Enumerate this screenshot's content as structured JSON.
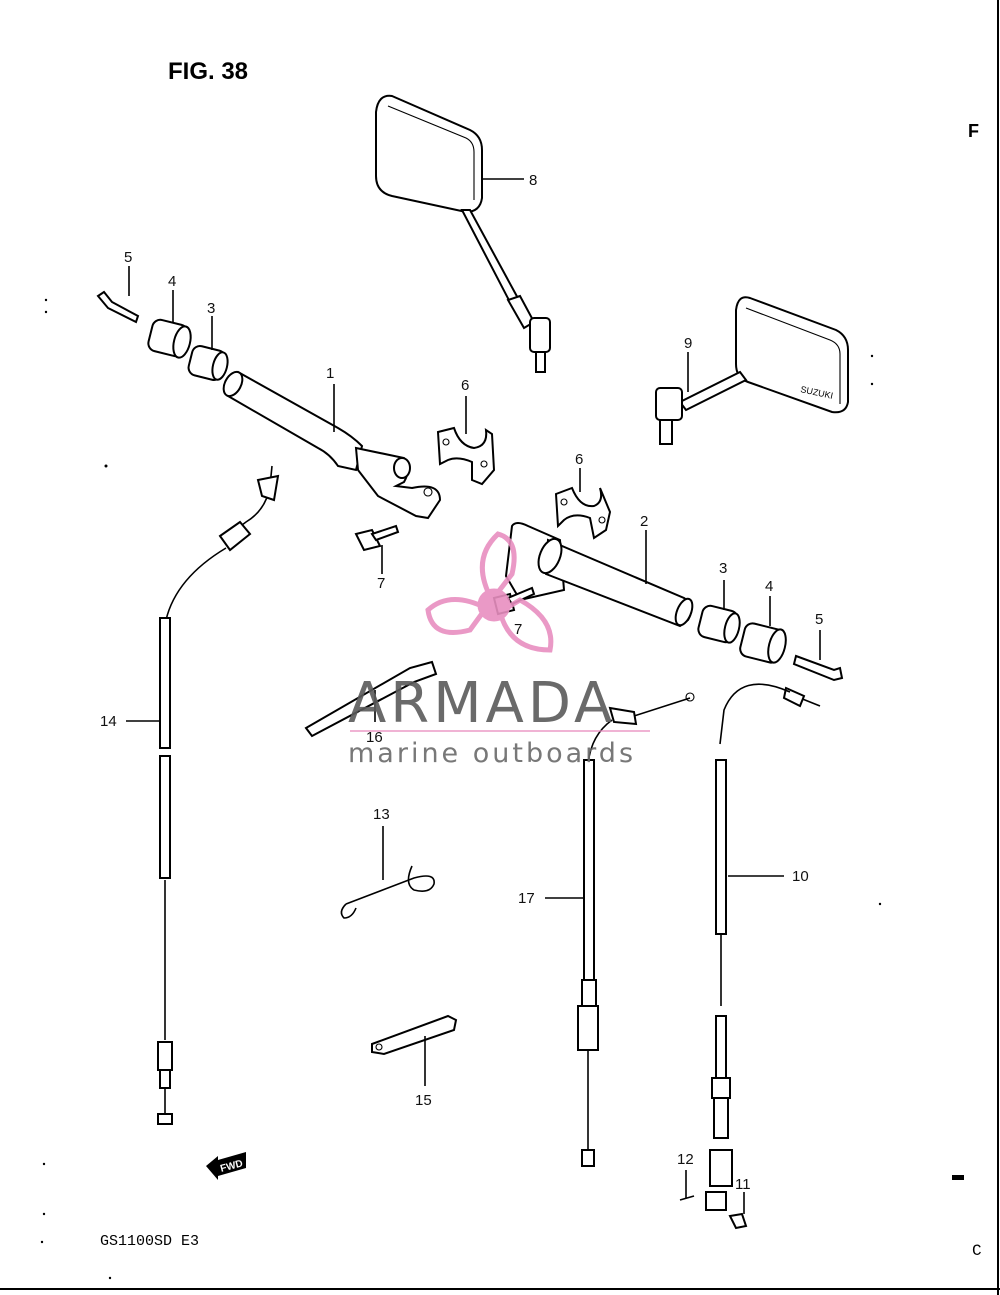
{
  "figure": {
    "title": "FIG. 38",
    "model": "GS1100SD  E3",
    "fwd_label": "FWD",
    "edge_mark": "F",
    "edge_mark_bottom": "C"
  },
  "watermark": {
    "brand": "ARMADA",
    "tagline": "marine outboards",
    "color": "#e88fc0"
  },
  "mirror_brand": "SUZUKI",
  "callouts": [
    {
      "id": "c1",
      "text": "1"
    },
    {
      "id": "c2",
      "text": "2"
    },
    {
      "id": "c3a",
      "text": "3"
    },
    {
      "id": "c3b",
      "text": "3"
    },
    {
      "id": "c4a",
      "text": "4"
    },
    {
      "id": "c4b",
      "text": "4"
    },
    {
      "id": "c5a",
      "text": "5"
    },
    {
      "id": "c5b",
      "text": "5"
    },
    {
      "id": "c6a",
      "text": "6"
    },
    {
      "id": "c6b",
      "text": "6"
    },
    {
      "id": "c7a",
      "text": "7"
    },
    {
      "id": "c7b",
      "text": "7"
    },
    {
      "id": "c8",
      "text": "8"
    },
    {
      "id": "c9",
      "text": "9"
    },
    {
      "id": "c10",
      "text": "10"
    },
    {
      "id": "c11",
      "text": "11"
    },
    {
      "id": "c12",
      "text": "12"
    },
    {
      "id": "c13",
      "text": "13"
    },
    {
      "id": "c14",
      "text": "14"
    },
    {
      "id": "c15",
      "text": "15"
    },
    {
      "id": "c16",
      "text": "16"
    },
    {
      "id": "c17",
      "text": "17"
    }
  ]
}
